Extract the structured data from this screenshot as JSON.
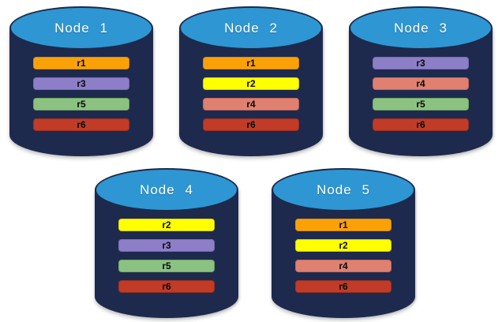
{
  "colors": {
    "cylinder": {
      "body": "#1E2A4D",
      "top": "#2E96D3",
      "outline": "#1B2B4A",
      "label_color": "#FFFFFF"
    },
    "replicas": {
      "r1": {
        "fill": "#FBA108",
        "border": "#D98B00"
      },
      "r2": {
        "fill": "#FFFF00",
        "border": "#D6CF00"
      },
      "r3": {
        "fill": "#8D7EC8",
        "border": "#7A6BB2"
      },
      "r4": {
        "fill": "#E08070",
        "border": "#C2685A"
      },
      "r5": {
        "fill": "#8CC281",
        "border": "#6FA566"
      },
      "r6": {
        "fill": "#C23B26",
        "border": "#9C2F1F"
      }
    }
  },
  "nodes": [
    {
      "label": "Node 1",
      "replicas": [
        "r1",
        "r3",
        "r5",
        "r6"
      ]
    },
    {
      "label": "Node 2",
      "replicas": [
        "r1",
        "r2",
        "r4",
        "r6"
      ]
    },
    {
      "label": "Node 3",
      "replicas": [
        "r3",
        "r4",
        "r5",
        "r6"
      ]
    },
    {
      "label": "Node 4",
      "replicas": [
        "r2",
        "r3",
        "r5",
        "r6"
      ]
    },
    {
      "label": "Node 5",
      "replicas": [
        "r1",
        "r2",
        "r4",
        "r6"
      ]
    }
  ]
}
